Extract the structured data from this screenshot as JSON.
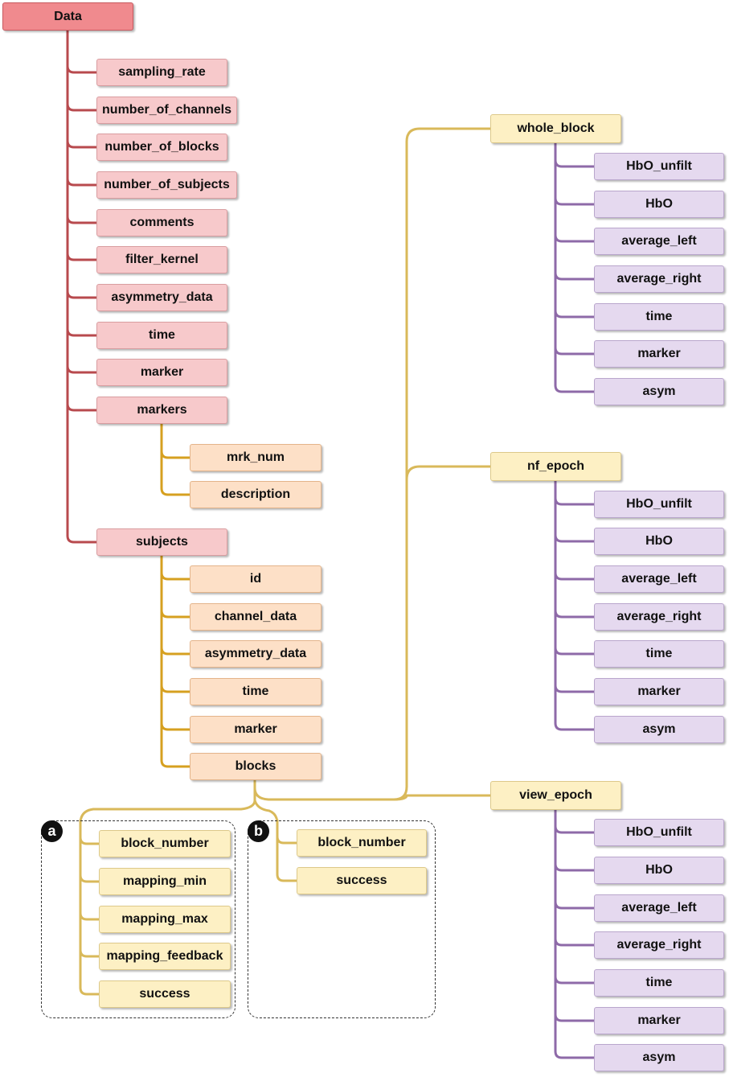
{
  "colors": {
    "red_connector": "#b84a4e",
    "orange_connector": "#d6a020",
    "yellow_connector": "#d9b95a",
    "purple_connector": "#8e6aa8"
  },
  "root": {
    "label": "Data"
  },
  "data_fields": [
    "sampling_rate",
    "number_of_channels",
    "number_of_blocks",
    "number_of_subjects",
    "comments",
    "filter_kernel",
    "asymmetry_data",
    "time",
    "marker",
    "markers"
  ],
  "markers_fields": [
    "mrk_num",
    "description"
  ],
  "subjects": {
    "label": "subjects"
  },
  "subject_fields": [
    "id",
    "channel_data",
    "asymmetry_data",
    "time",
    "marker",
    "blocks"
  ],
  "group_a": {
    "badge": "a",
    "fields": [
      "block_number",
      "mapping_min",
      "mapping_max",
      "mapping_feedback",
      "success"
    ]
  },
  "group_b": {
    "badge": "b",
    "fields": [
      "block_number",
      "success"
    ]
  },
  "epochs": [
    {
      "label": "whole_block",
      "fields": [
        "HbO_unfilt",
        "HbO",
        "average_left",
        "average_right",
        "time",
        "marker",
        "asym"
      ]
    },
    {
      "label": "nf_epoch",
      "fields": [
        "HbO_unfilt",
        "HbO",
        "average_left",
        "average_right",
        "time",
        "marker",
        "asym"
      ]
    },
    {
      "label": "view_epoch",
      "fields": [
        "HbO_unfilt",
        "HbO",
        "average_left",
        "average_right",
        "time",
        "marker",
        "asym"
      ]
    }
  ]
}
